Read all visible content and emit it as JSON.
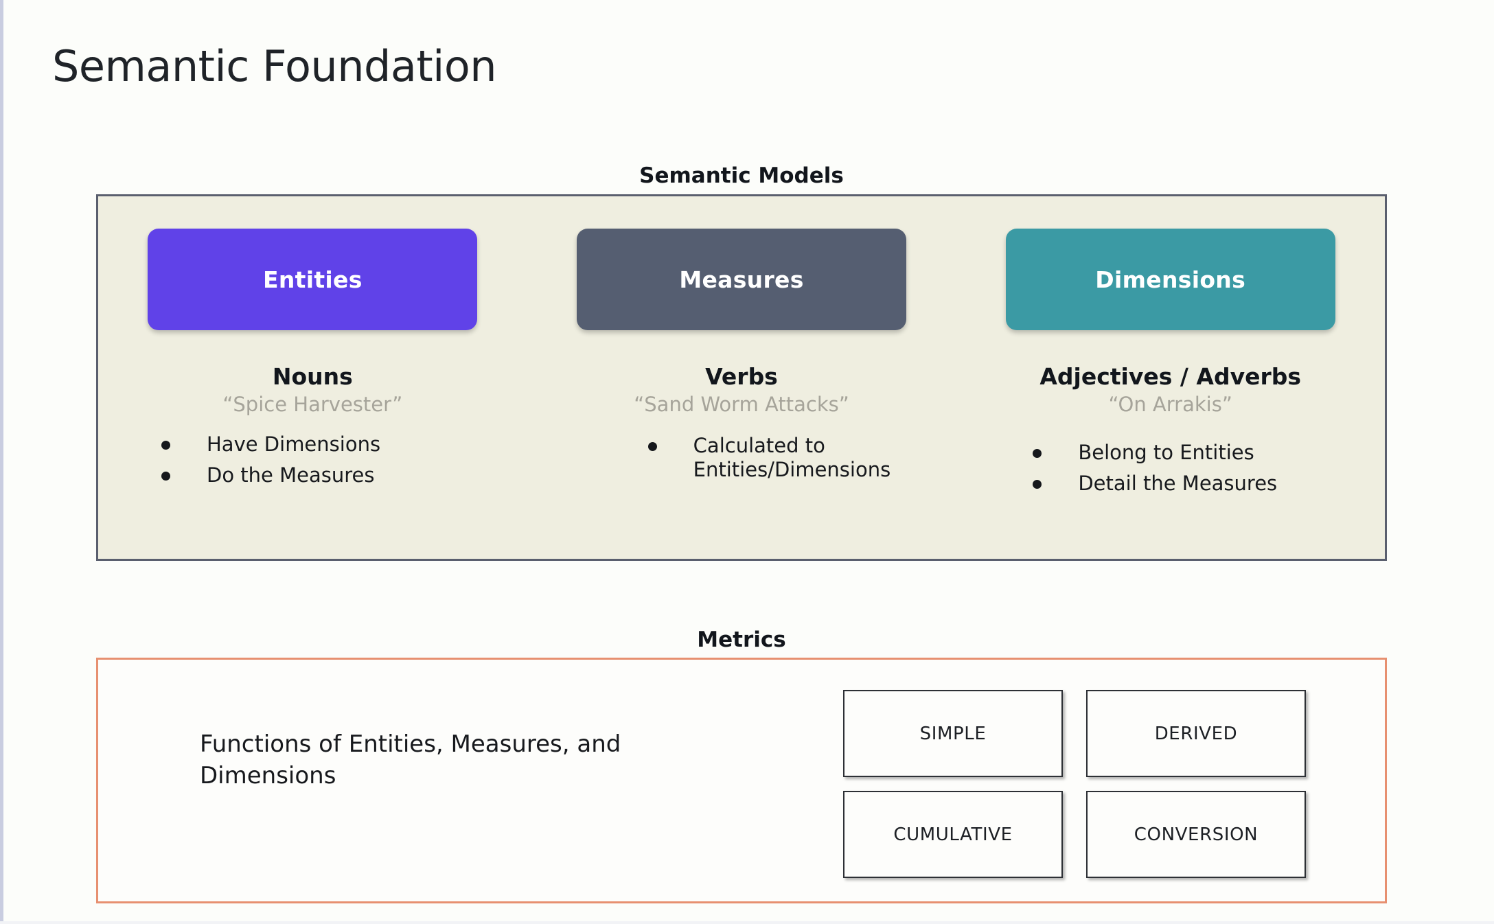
{
  "slide": {
    "title": "Semantic Foundation",
    "background_color": "#fcfdfa"
  },
  "semantic_models": {
    "caption": "Semantic Models",
    "panel_background": "#efeee0",
    "panel_border_color": "#5a5f6e",
    "columns": [
      {
        "chip_label": "Entities",
        "chip_color": "#6042e8",
        "part_of_speech": "Nouns",
        "example": "“Spice Harvester”",
        "bullets": [
          "Have Dimensions",
          "Do the Measures"
        ]
      },
      {
        "chip_label": "Measures",
        "chip_color": "#555e71",
        "part_of_speech": "Verbs",
        "example": "“Sand Worm Attacks”",
        "bullets": [
          "Calculated to Entities/Dimensions"
        ]
      },
      {
        "chip_label": "Dimensions",
        "chip_color": "#3b9aa4",
        "part_of_speech": "Adjectives / Adverbs",
        "example": "“On Arrakis”",
        "bullets": [
          "Belong to Entities",
          "Detail the Measures"
        ]
      }
    ]
  },
  "metrics": {
    "caption": "Metrics",
    "panel_border_color": "#e79070",
    "description": "Functions of Entities, Measures, and Dimensions",
    "types": [
      "SIMPLE",
      "DERIVED",
      "CUMULATIVE",
      "CONVERSION"
    ]
  }
}
